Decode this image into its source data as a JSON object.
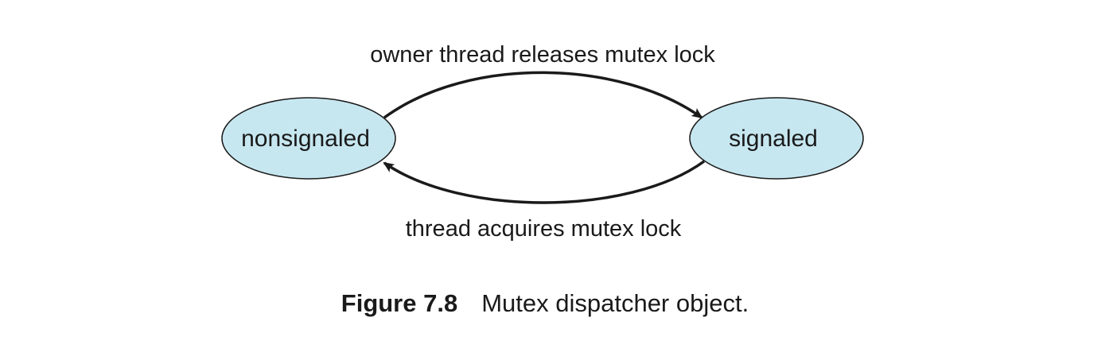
{
  "diagram": {
    "states": {
      "nonsignaled": "nonsignaled",
      "signaled": "signaled"
    },
    "transitions": {
      "top": "owner thread releases mutex lock",
      "bottom": "thread acquires mutex lock"
    },
    "colors": {
      "state_fill": "#c7e7f0",
      "stroke": "#1a1a1a"
    }
  },
  "caption": {
    "number": "Figure 7.8",
    "text": "Mutex dispatcher object."
  }
}
